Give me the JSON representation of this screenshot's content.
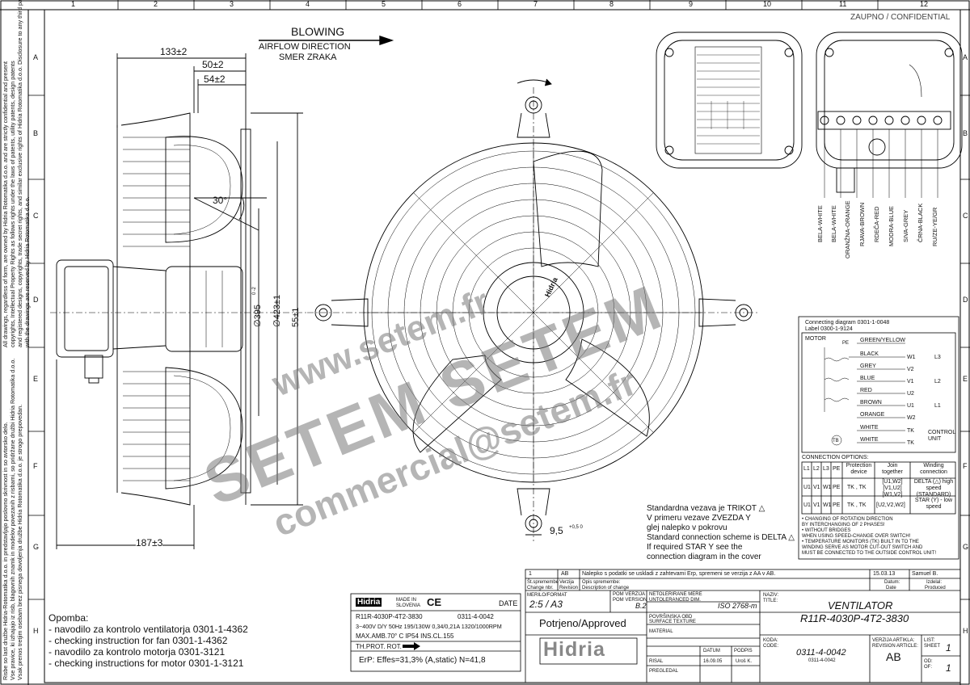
{
  "grid": {
    "columns": [
      "1",
      "2",
      "3",
      "4",
      "5",
      "6",
      "7",
      "8",
      "9",
      "10",
      "11",
      "12"
    ],
    "rows": [
      "A",
      "B",
      "C",
      "D",
      "E",
      "F",
      "G",
      "H"
    ]
  },
  "confidential": "ZAUPNO / CONFIDENTIAL",
  "airflow": {
    "line1": "BLOWING",
    "line2": "AIRFLOW DIRECTION",
    "line3": "SMER ZRAKA"
  },
  "dimensions": {
    "d133": "133±2",
    "d50": "50±2",
    "d54": "54±2",
    "angle": "30°",
    "dia395": "∅395",
    "dia395_tol": "0 -2",
    "dia423": "∅423±1",
    "d55": "55±1",
    "d187": "187±3",
    "d95": "9,5",
    "d95_tol": "+0,5 0"
  },
  "side_text": {
    "line1": "All drawings, regardless of form, are owned by Hidria Rotomatika d.o.o. and are strictly confidential and present",
    "line2": "copyrights, Intellectual Property Rights as follows rights under the laws of patents, utility patents, design patents",
    "line3": "and registered designs, copyrights, trade secret rights, and similar exclusive rights of Hidria Rotomatika d.o.o. Disclosure to any third party is strictly forbidden",
    "line4": "with the drawings are reserved by Hidria Rotomatika d.o.o.",
    "line5": "Risbe so last družbe Hidria-Rotomatika d.o.o. in predstavljajo poslovno skrivnost in so avtorsko delo.",
    "line6": "Vse pravice, ki izhajajo iz risb, blagovnih znamk in modelov povezanih z risbami, so pridržane družbi Hidria Rotomatika d.o.o.",
    "line7": "Vsak prenos tretjim osebam brez pisnega dovoljenja družbe Hidria Rotomatika d.o.o. je strogo prepovedan."
  },
  "wire_labels": [
    "BELA-WHITE",
    "BELA-WHITE",
    "ORANŽNA-ORANGE",
    "RJAVA-BROWN",
    "RDEČA-RED",
    "MODRA-BLUE",
    "SIVA-GREY",
    "ČRNA-BLACK",
    "RU/ZE-YE/GR"
  ],
  "connection_diagram": {
    "title1": "Connecting diagram 0301-1-0048",
    "title2": "Label 0300-1-9124",
    "motor": "MOTOR",
    "wires": [
      "GREEN/YELLOW",
      "BLACK",
      "GREY",
      "BLUE",
      "RED",
      "BROWN",
      "ORANGE",
      "WHITE",
      "WHITE"
    ],
    "terminals": [
      "W1",
      "V2",
      "V1",
      "U2",
      "U1",
      "W2",
      "TK",
      "TK"
    ],
    "lines": [
      "L3",
      "L2",
      "L1"
    ],
    "control1": "CONTROL",
    "control2": "UNIT",
    "tb": "TB",
    "pe": "PE"
  },
  "connection_options": {
    "title": "CONNECTION OPTIONS:",
    "headers": [
      "L1",
      "L2",
      "L3",
      "PE",
      "Protection device",
      "Join together",
      "Winding connection"
    ],
    "row1": [
      "U1",
      "V1",
      "W1",
      "PE",
      "TK , TK",
      "[U1,W2] [V1,U2] [W1,V2]",
      "DELTA (△) high speed (STANDARD)"
    ],
    "row2": [
      "U1",
      "V1",
      "W1",
      "PE",
      "TK , TK",
      "[U2,V2,W2]",
      "STAR (Y) - low speed"
    ],
    "notes": [
      "• CHANGING OF ROTATION DIRECTION",
      "  BY INTERCHANGING OF 2 PHASES!",
      "• WITHOUT BRIDGES",
      "  WHEN USING SPEED-CHANGE OVER SWITCH!",
      "• TEMPERATURE MONITORS (TK) BUILT IN TO THE",
      "  WINDING SERVE AS MOTOR CUT-OUT SWITCH AND",
      "  MUST BE CONNECTED TO THE OUTSIDE CONTROL UNIT!"
    ]
  },
  "standard_text": [
    "Standardna vezava je TRIKOT △",
    "V primeru vezave ZVEZDA Y",
    "glej nalepko v pokrovu",
    "Standard connection scheme is DELTA △",
    "If required STAR Y  see the",
    "connection diagram in the cover"
  ],
  "opomba": {
    "title": "Opomba:",
    "items": [
      "- navodilo za kontrolo ventilatorja 0301-1-4362",
      "- checking instruction for fan 0301-1-4362",
      "- navodilo za kontrolo motorja 0301-3121",
      "- checking instructions for motor 0301-1-3121"
    ]
  },
  "label_plate": {
    "brand": "Hidria",
    "made_in1": "MADE IN",
    "made_in2": "SLOVENIA",
    "ce": "CE",
    "date": "DATE",
    "model": "R11R-4030P-4T2-3830",
    "code": "0311-4-0042",
    "spec": "3~400V D/Y 50Hz 195/130W 0,34/0,21A 1320/1000RPM",
    "spec2": "MAX.AMB.70° C IP54 INS.CL.155",
    "prot": "TH.PROT. ROT.",
    "erp": "ErP: Effes=31,3%  (A,static)  N=41,8"
  },
  "approved": "Potrjeno/Approved",
  "brand_logo": "Hidria",
  "revision": {
    "num": "1",
    "ver": "AB",
    "desc": "Nalepko s podatki se uskladi z zahtevami Erp, spremeni se verzija z AA v AB.",
    "date": "15.03.13",
    "by": "Samuel B."
  },
  "title_block": {
    "st_spremembe": "Št.spremembe",
    "change_nbr": "Change nbr.",
    "verzija": "Verzija",
    "revision": "Revision",
    "opis": "Opis spremembe:",
    "description": "Description of change",
    "datum": "Datum:",
    "date": "Date",
    "izdelal": "Izdelal:",
    "produced": "Produced",
    "merilo": "MERILO/FORMAT",
    "scale": "2:5 / A3",
    "pom_verzija": "POM VERZIJA",
    "pom_version": "POM VERSION",
    "pom_val": "B.2",
    "netol1": "NETOLERIRANE MERE",
    "netol2": "UNTOLERANCED DIM.",
    "iso": "ISO 2768-m",
    "povrsinska": "POVRŠINSKA OBD",
    "surface": "SURFACE TEXTURE",
    "material": "MATERIAL",
    "naziv": "NAZIV:",
    "title": "TITLE:",
    "name1": "VENTILATOR",
    "name2": "R11R-4030P-4T2-3830",
    "datum_h": "DATUM",
    "podpis": "PODPIS",
    "risal": "RISAL",
    "risal_date": "16.09.05",
    "risal_sig": "Uroš K.",
    "pregledal": "PREGLEDAL",
    "koda": "KODA:",
    "code_lbl": "CODE:",
    "code1": "0311-4-0042",
    "code2": "0311-4-0042",
    "verzija_art": "VERZIJA ARTIKLA:",
    "revision_art": "REVISION ARTICLE:",
    "ab": "AB",
    "list": "LIST:",
    "sheet": "SHEET",
    "sheet_val": "1",
    "od": "OD:",
    "of": "OF:",
    "of_val": "1"
  },
  "watermark": {
    "w1": "www.setem.fr",
    "w2": "SETEM SETEM",
    "w3": "commercial@setem.fr"
  },
  "hub_label": "Hidria"
}
